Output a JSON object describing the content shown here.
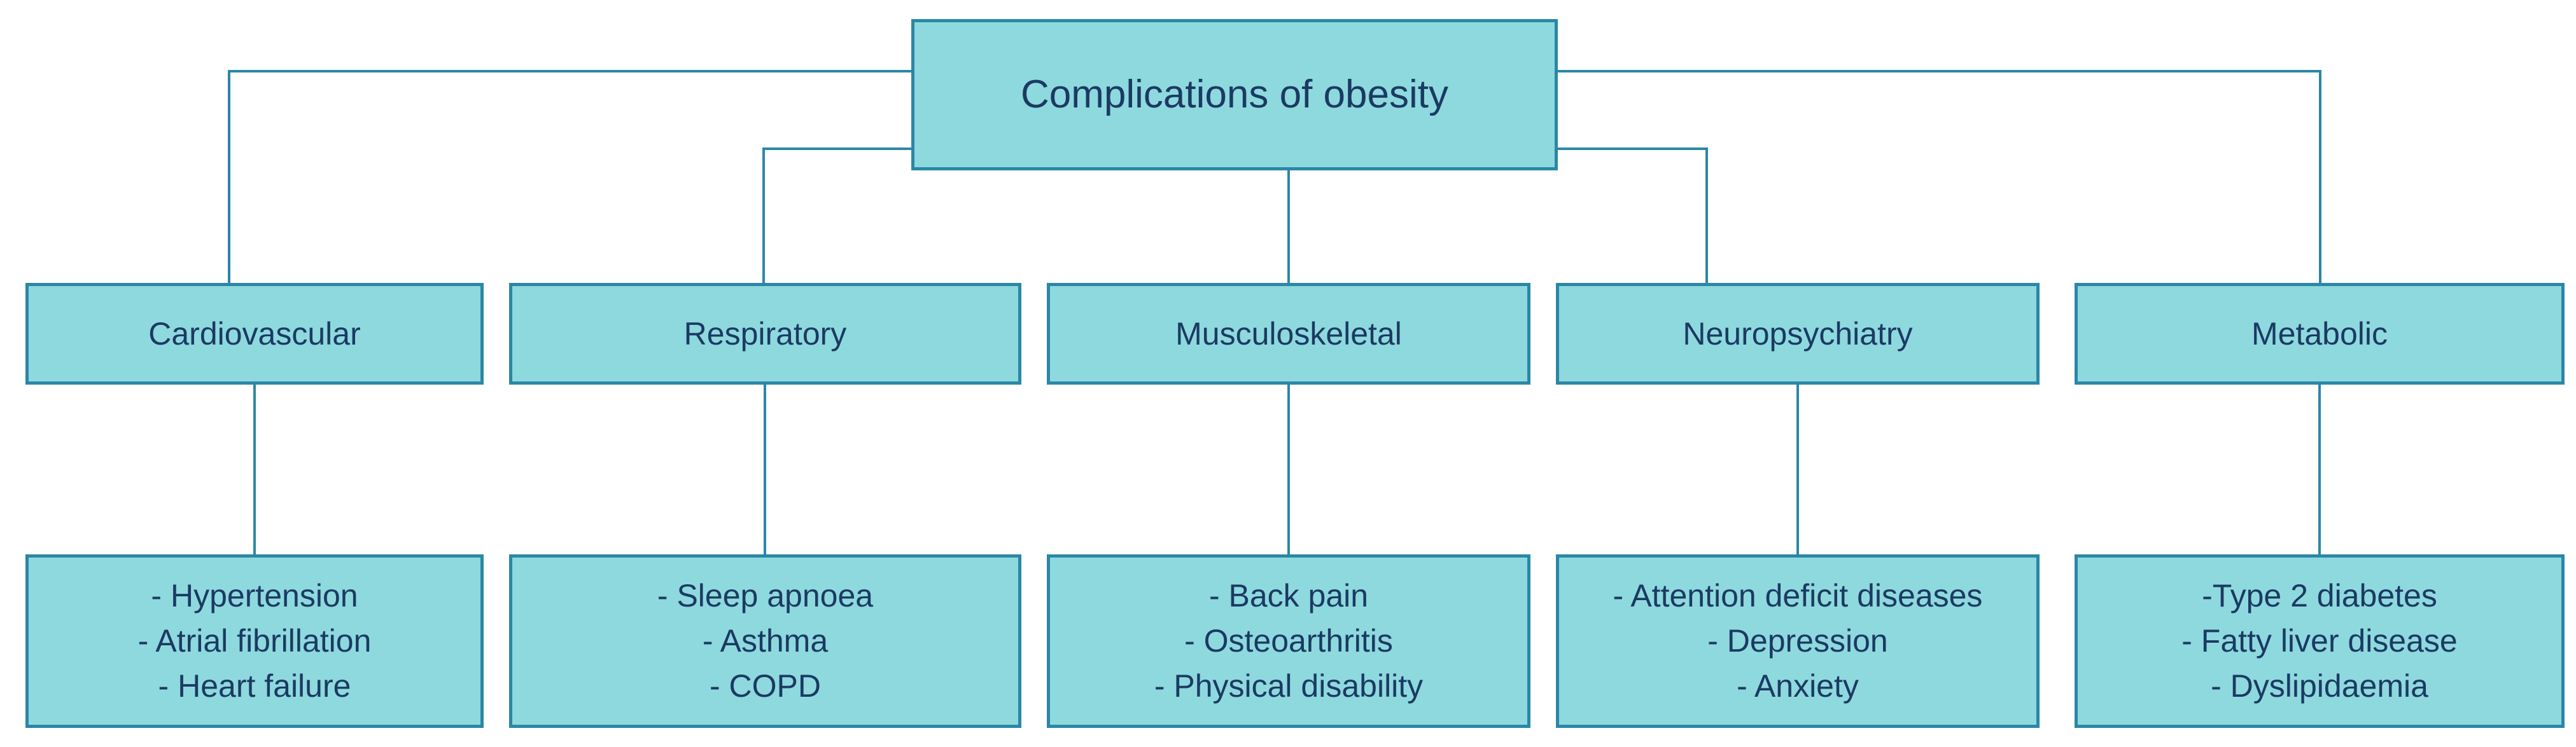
{
  "diagram": {
    "title": "Complications of obesity",
    "colors": {
      "node_fill": "#8ed9de",
      "node_border": "#2b87a6",
      "text": "#1b3a63",
      "connector": "#2b87a6",
      "background": "#ffffff"
    },
    "root": {
      "label": "Complications of obesity"
    },
    "branches": [
      {
        "category": "Cardiovascular",
        "items": [
          "- Hypertension",
          "- Atrial fibrillation",
          "- Heart failure"
        ]
      },
      {
        "category": "Respiratory",
        "items": [
          "- Sleep apnoea",
          "- Asthma",
          "- COPD"
        ]
      },
      {
        "category": "Musculoskeletal",
        "items": [
          "- Back pain",
          "- Osteoarthritis",
          "- Physical disability"
        ]
      },
      {
        "category": "Neuropsychiatry",
        "items": [
          "- Attention deficit diseases",
          "- Depression",
          "- Anxiety"
        ]
      },
      {
        "category": "Metabolic",
        "items": [
          "-Type 2 diabetes",
          "- Fatty liver disease",
          "- Dyslipidaemia"
        ]
      }
    ]
  }
}
